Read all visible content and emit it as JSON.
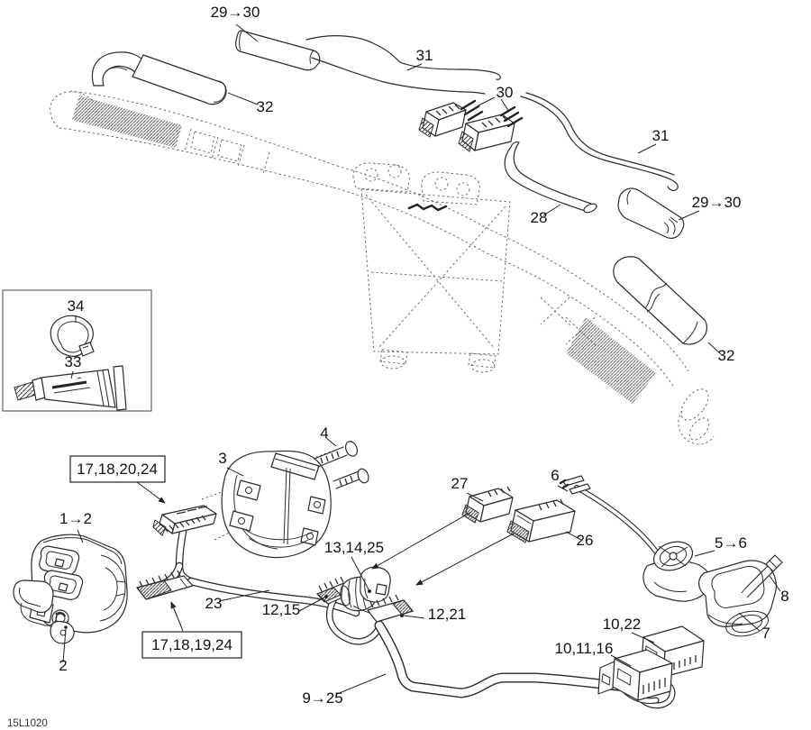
{
  "colors": {
    "background": "#ffffff",
    "line": "#2b2b2b",
    "phantom_line": "#6f6f6f",
    "text": "#111111"
  },
  "footer": {
    "drawing_code": "15L1020"
  },
  "callouts": {
    "c29_30_top": "29→30",
    "c31_top": "31",
    "c32_left": "32",
    "c30": "30",
    "c31_right": "31",
    "c28": "28",
    "c29_30_right": "29→30",
    "c32_right": "32",
    "c34": "34",
    "c33": "33",
    "c4": "4",
    "c3": "3",
    "c17_18_20_24": "17,18,20,24",
    "c27": "27",
    "c6": "6",
    "c1_2": "1→2",
    "c26": "26",
    "c5_6": "5→6",
    "c13_14_25": "13,14,25",
    "c23": "23",
    "c12_15": "12,15",
    "c8": "8",
    "c12_21": "12,21",
    "c10_22": "10,22",
    "c7": "7",
    "c17_18_19_24": "17,18,19,24",
    "c10_11_16": "10,11,16",
    "c2": "2",
    "c9_25": "9→25"
  }
}
